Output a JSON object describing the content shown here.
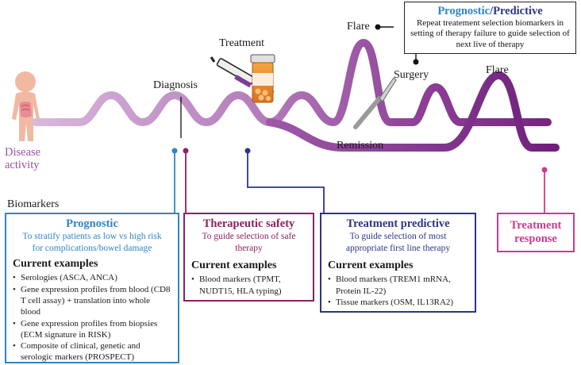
{
  "timeline": {
    "disease_activity_label": "Disease activity",
    "diagnosis_label": "Diagnosis",
    "treatment_label": "Treatment",
    "flare1_label": "Flare",
    "flare2_label": "Flare",
    "surgery_label": "Surgery",
    "remission_label": "Remission",
    "biomarkers_label": "Biomarkers"
  },
  "top_box": {
    "title_part1": "Prognostic",
    "title_sep": "/",
    "title_part2": "Predictive",
    "text": "Repeat treatement selection biomarkers in setting of therapy failure to guide selection of next live of therapy"
  },
  "boxes": {
    "prognostic": {
      "title": "Prognostic",
      "subtitle": "To stratify patients as low vs high risk for complications/bowel damage",
      "examples_heading": "Current examples",
      "items": [
        "Serologies (ASCA, ANCA)",
        "Gene expression profiles from blood (CD8 T cell assay) + translation into whole blood",
        "Gene expression profiles from biopsies (ECM signature in RISK)",
        "Composite of clinical, genetic and serologic markers (PROSPECT)"
      ]
    },
    "safety": {
      "title": "Therapeutic safety",
      "subtitle": "To guide selection of safe therapy",
      "examples_heading": "Current examples",
      "items": [
        "Blood markers (TPMT, NUDT15, HLA typing)"
      ]
    },
    "predictive": {
      "title": "Treatment predictive",
      "subtitle": "To guide selection of most appropriate first line therapy",
      "examples_heading": "Current examples",
      "items": [
        "Blood markers (TREM1 mRNA, Protein IL-22)",
        "Tissue markers (OSM, IL13RA2)"
      ]
    },
    "response": {
      "title": "Treatment response"
    }
  },
  "colors": {
    "prognostic": "#2f86c4",
    "safety": "#8e2060",
    "predictive": "#2d3585",
    "response": "#cf3a8e",
    "wave_light": "#cfa6d6",
    "wave_mid": "#a35aaf",
    "wave_dark": "#7a2a86",
    "disease_text": "#9b4fa3"
  }
}
